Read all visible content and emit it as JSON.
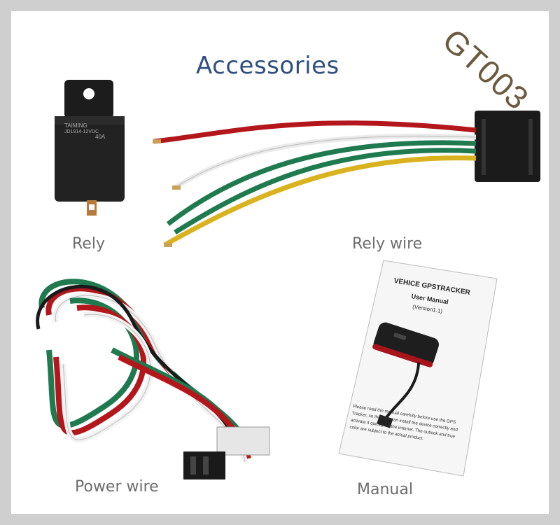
{
  "title": "Accessories",
  "watermark": "GT003",
  "items": [
    {
      "label": "Rely"
    },
    {
      "label": "Rely wire"
    },
    {
      "label": "Power wire"
    },
    {
      "label": "Manual"
    }
  ],
  "relay_print": {
    "brand": "TAIMING",
    "model": "JD1914-12VDC",
    "amps": "40A"
  },
  "manual_print": {
    "heading": "VEHICE GPSTRACKER",
    "subheading": "User Manual",
    "version": "(Version1.1)",
    "body_lines": [
      "Please read the manual carefully before use the GPS",
      "Tracker, so that you can install the device correctly and",
      "activate it quickly on the internet. The outlook and true",
      "color are subject to the actual product."
    ]
  },
  "colors": {
    "title": "#2f4f7f",
    "label": "#6d6d6d",
    "watermark": "#6b5a3e",
    "wire_red": "#b3161b",
    "wire_white": "#f2f2f2",
    "wire_green": "#1f7a4f",
    "wire_yellow": "#d9b21f",
    "wire_black": "#1a1a1a"
  }
}
